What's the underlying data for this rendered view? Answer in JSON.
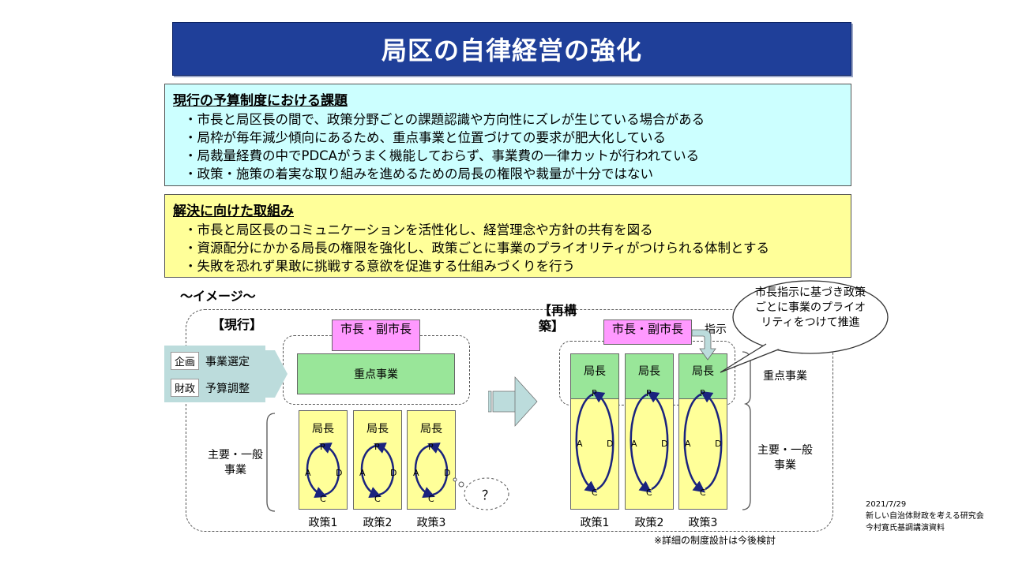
{
  "title": "局区の自律経営の強化",
  "issues": {
    "heading": "現行の予算制度における課題",
    "items": [
      "市長と局区長の間で、政策分野ごとの課題認識や方向性にズレが生じている場合がある",
      "局枠が毎年減少傾向にあるため、重点事業と位置づけての要求が肥大化している",
      "局裁量経費の中でPDCAがうまく機能しておらず、事業費の一律カットが行われている",
      "政策・施策の着実な取り組みを進めるための局長の権限や裁量が十分ではない"
    ]
  },
  "solutions": {
    "heading": "解決に向けた取組み",
    "items": [
      "市長と局区長のコミュニケーションを活性化し、経営理念や方針の共有を図る",
      "資源配分にかかる局長の権限を強化し、政策ごとに事業のプライオリティがつけられる体制とする",
      "失敗を恐れず果敢に挑戦する意欲を促進する仕組みづくりを行う"
    ]
  },
  "image_label": "〜イメージ〜",
  "current": {
    "label": "【現行】",
    "mayor": "市長・副市長",
    "priority_box": "重点事業",
    "dept_rows": [
      {
        "tag": "企画",
        "text": "事業選定"
      },
      {
        "tag": "財政",
        "text": "予算調整"
      }
    ],
    "main_label": "主要・一般事業",
    "director": "局長",
    "policies": [
      "政策1",
      "政策2",
      "政策3"
    ],
    "question": "？"
  },
  "restructured": {
    "label": "【再構築】",
    "mayor": "市長・副市長",
    "instruction": "指示",
    "director": "局長",
    "priority_label": "重点事業",
    "main_label": "主要・一般事業",
    "policies": [
      "政策1",
      "政策2",
      "政策3"
    ],
    "callout": "市長指示に基づき政策ごとに事業のプライオリティをつけて推進"
  },
  "pdca": {
    "p": "P",
    "d": "D",
    "c": "C",
    "a": "A"
  },
  "footnote": "※詳細の制度設計は今後検討",
  "source": {
    "date": "2021/7/29",
    "line1": "新しい自治体財政を考える研究会",
    "line2": "今村寛氏基調講演資料"
  },
  "colors": {
    "banner": "#1f3f99",
    "issues_bg": "#ccffff",
    "solutions_bg": "#ffff99",
    "mayor": "#ff99ff",
    "priority": "#99e699",
    "cycle_arrow": "#1a237e"
  }
}
